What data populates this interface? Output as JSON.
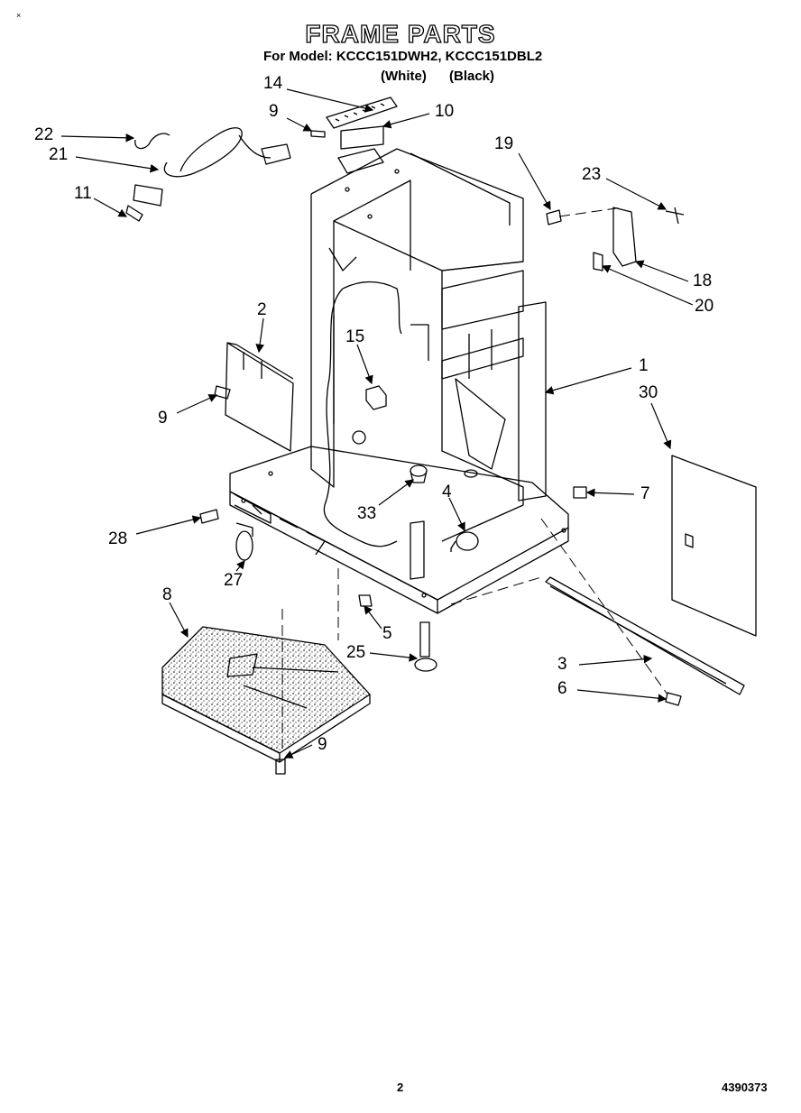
{
  "header": {
    "title": "FRAME PARTS",
    "model_line": "For Model: KCCC151DWH2, KCCC151DBL2",
    "color_white": "(White)",
    "color_black": "(Black)"
  },
  "callouts": {
    "c1": "1",
    "c2": "2",
    "c3": "3",
    "c4": "4",
    "c5": "5",
    "c6": "6",
    "c7": "7",
    "c8": "8",
    "c9a": "9",
    "c9b": "9",
    "c9c": "9",
    "c10": "10",
    "c11": "11",
    "c14": "14",
    "c15": "15",
    "c18": "18",
    "c19": "19",
    "c20": "20",
    "c21": "21",
    "c22": "22",
    "c23": "23",
    "c25": "25",
    "c27": "27",
    "c28": "28",
    "c30": "30",
    "c33": "33"
  },
  "footer": {
    "page_number": "2",
    "part_code": "4390373"
  },
  "corner_mark": "×"
}
